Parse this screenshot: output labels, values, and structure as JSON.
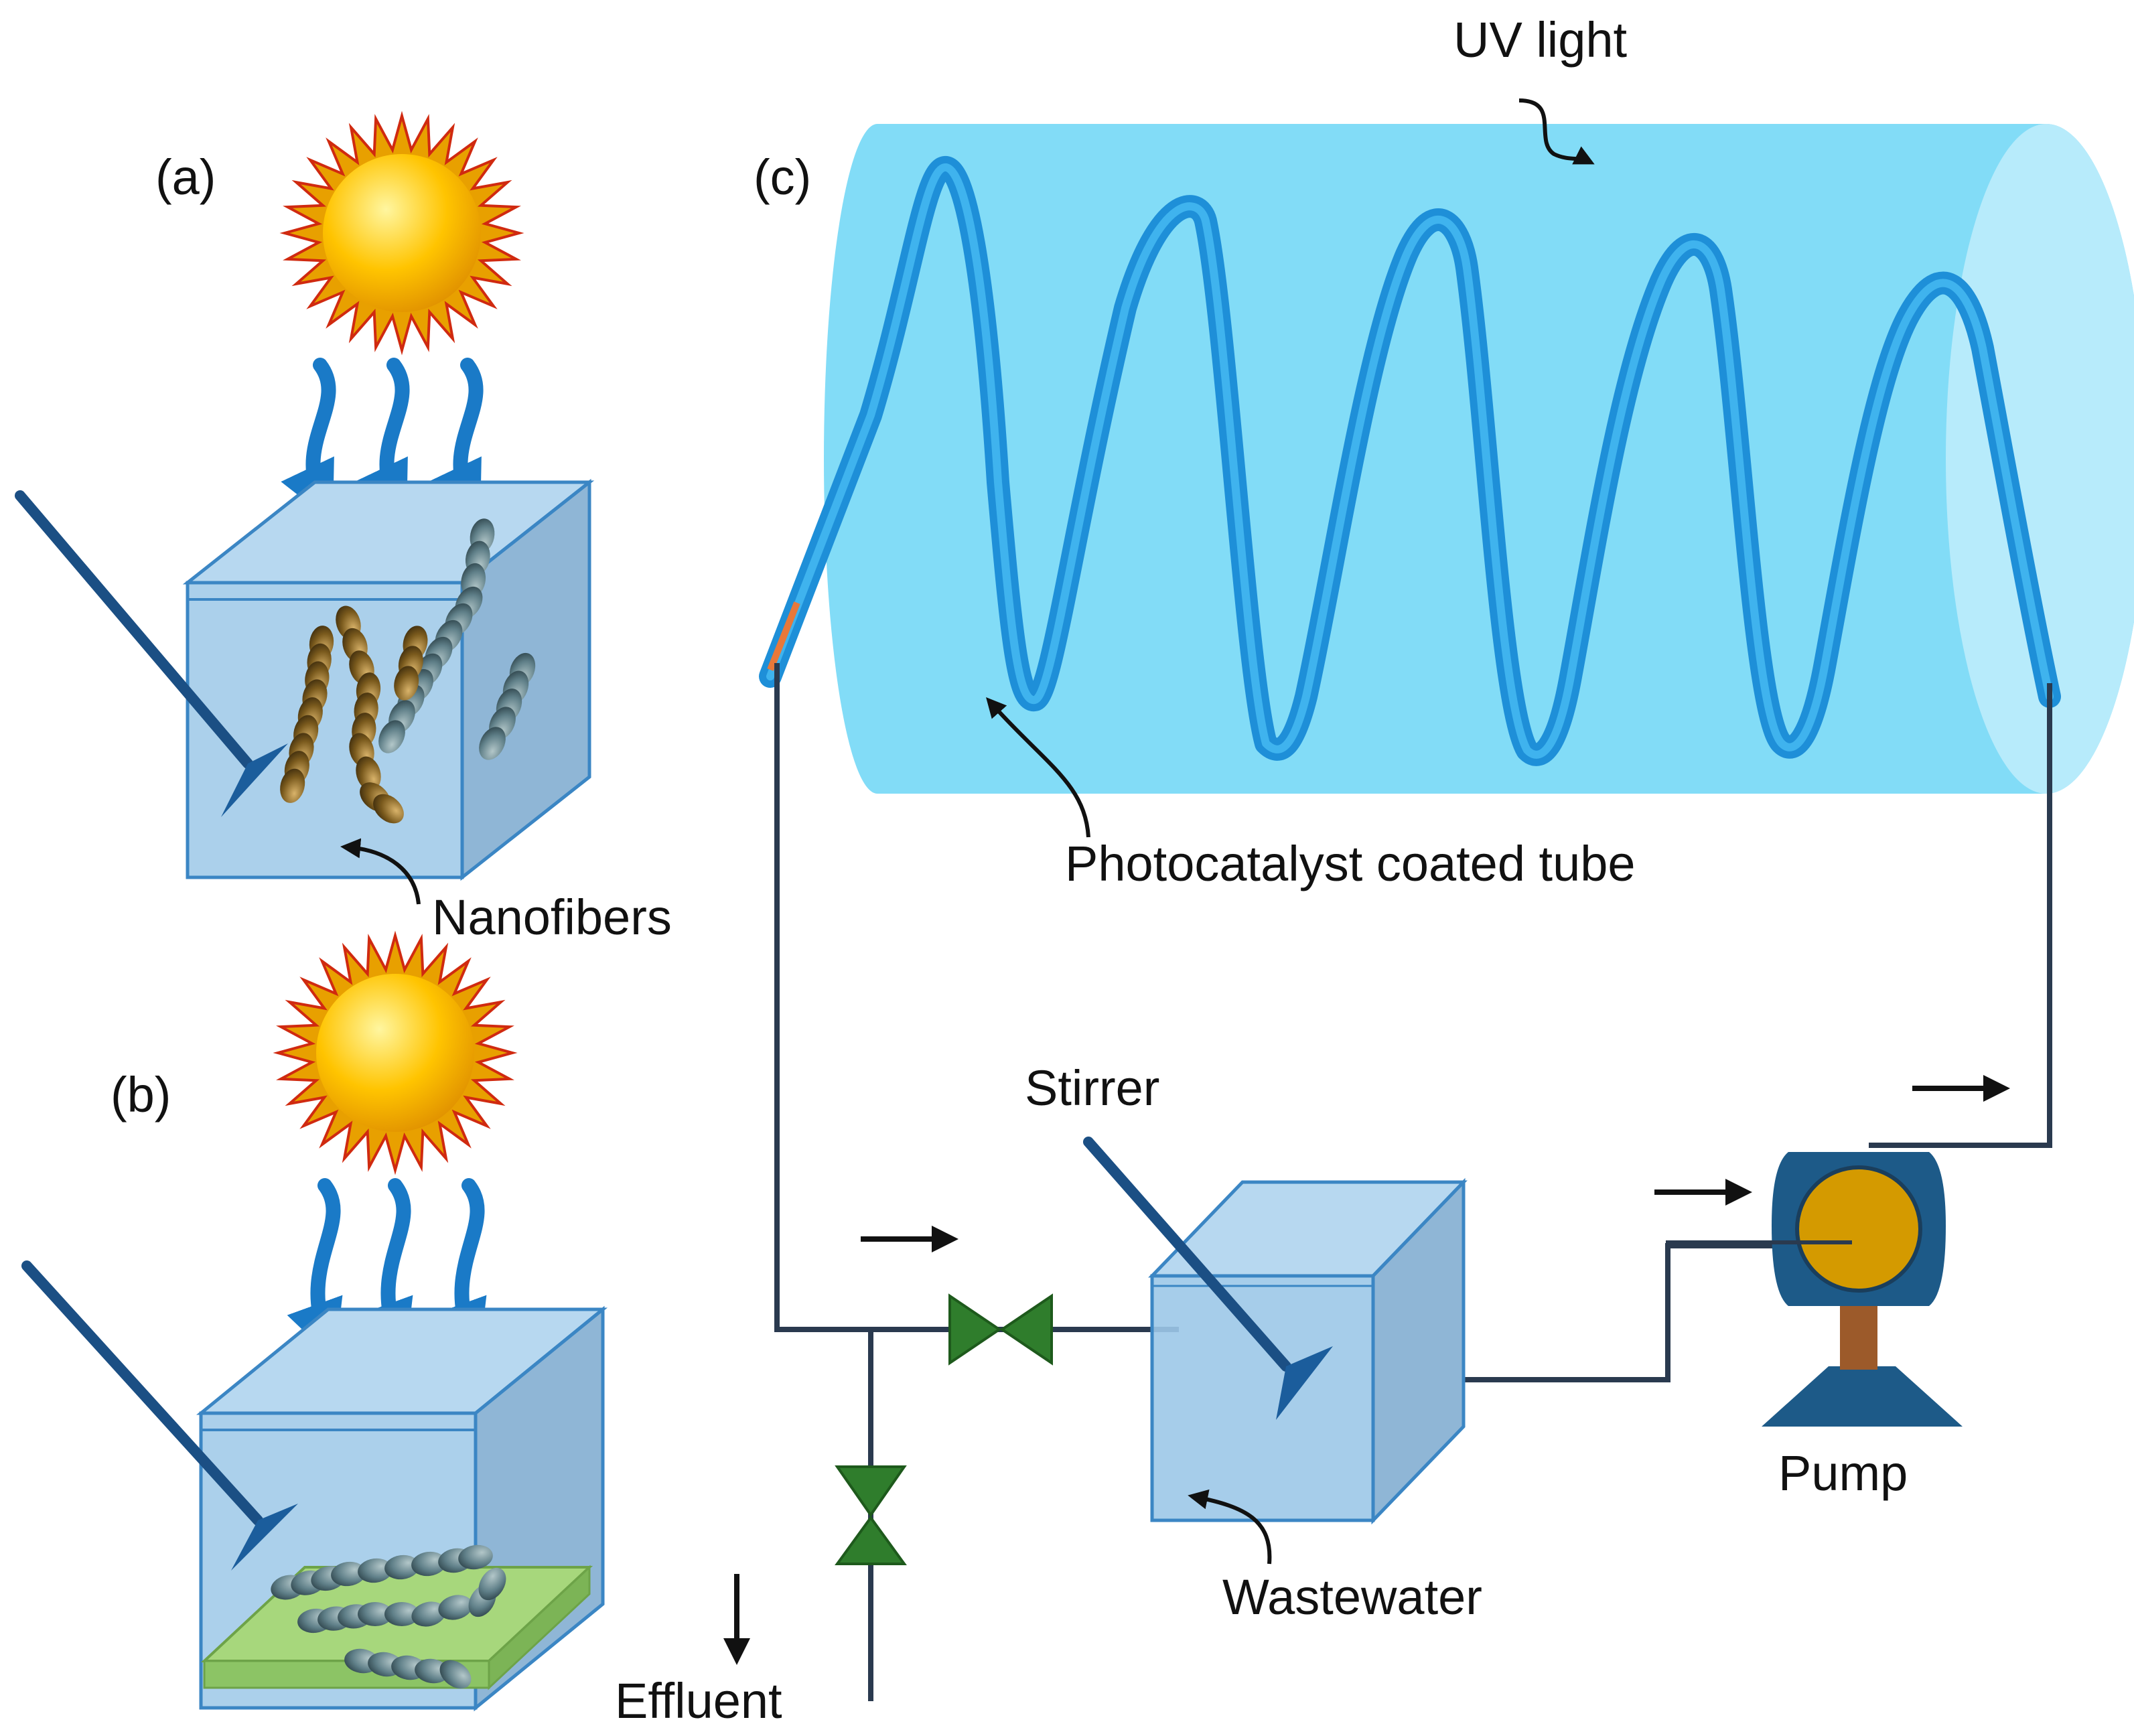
{
  "panels": {
    "a": {
      "label": "(a)",
      "fibers_label": "Nanofibers"
    },
    "b": {
      "label": "(b)"
    },
    "c": {
      "label": "(c)",
      "uv_label": "UV light",
      "tube_label": "Photocatalyst coated tube",
      "stirrer_label": "Stirrer",
      "wastewater_label": "Wastewater",
      "pump_label": "Pump",
      "effluent_label": "Effluent"
    }
  },
  "colors": {
    "cylinder": "#82dcf7",
    "cylinder_end": "#b7ebfb",
    "coil": "#1e8fd8",
    "box_face": "#9cc8e8",
    "box_edge": "#3b86c4",
    "stirrer": "#1b4f84",
    "valve": "#2f7d2c",
    "pump_body": "#1d5a88",
    "pump_rotor": "#d49a00",
    "pipe": "#2a3a4f",
    "coated_film": "#a7d77c",
    "sun_core": "#ffc400",
    "sun_rays": "#e8a000",
    "nanofiber_dark": "#7a5a1d",
    "nanofiber_grey": "#5f7f88"
  }
}
